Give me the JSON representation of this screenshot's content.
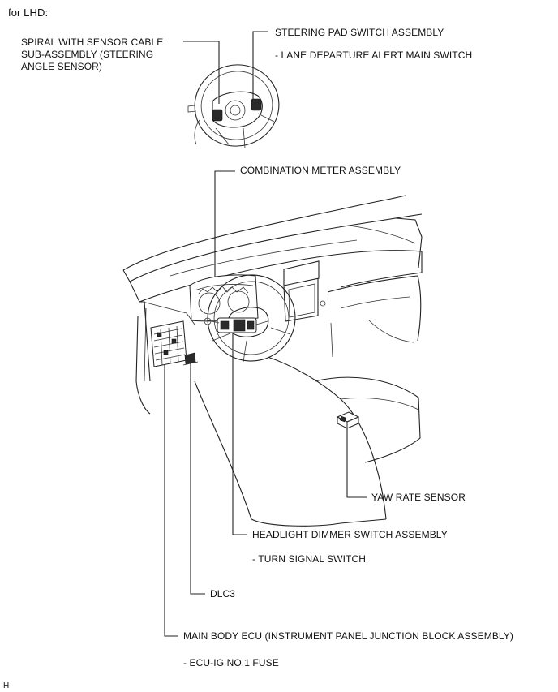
{
  "header": {
    "title": "for LHD:"
  },
  "labels": {
    "spiral_cable": "SPIRAL WITH SENSOR CABLE\nSUB-ASSEMBLY (STEERING\nANGLE SENSOR)",
    "steering_pad": "STEERING PAD SWITCH ASSEMBLY",
    "steering_pad_sub": "- LANE DEPARTURE ALERT MAIN SWITCH",
    "combination_meter": "COMBINATION METER ASSEMBLY",
    "yaw_rate": "YAW RATE SENSOR",
    "headlight_dimmer": "HEADLIGHT DIMMER SWITCH ASSEMBLY",
    "headlight_dimmer_sub": "- TURN SIGNAL SWITCH",
    "dlc3": "DLC3",
    "main_body_ecu": "MAIN BODY ECU (INSTRUMENT PANEL JUNCTION BLOCK ASSEMBLY)",
    "main_body_ecu_sub": "- ECU-IG NO.1 FUSE"
  },
  "footer": {
    "code": "H"
  }
}
